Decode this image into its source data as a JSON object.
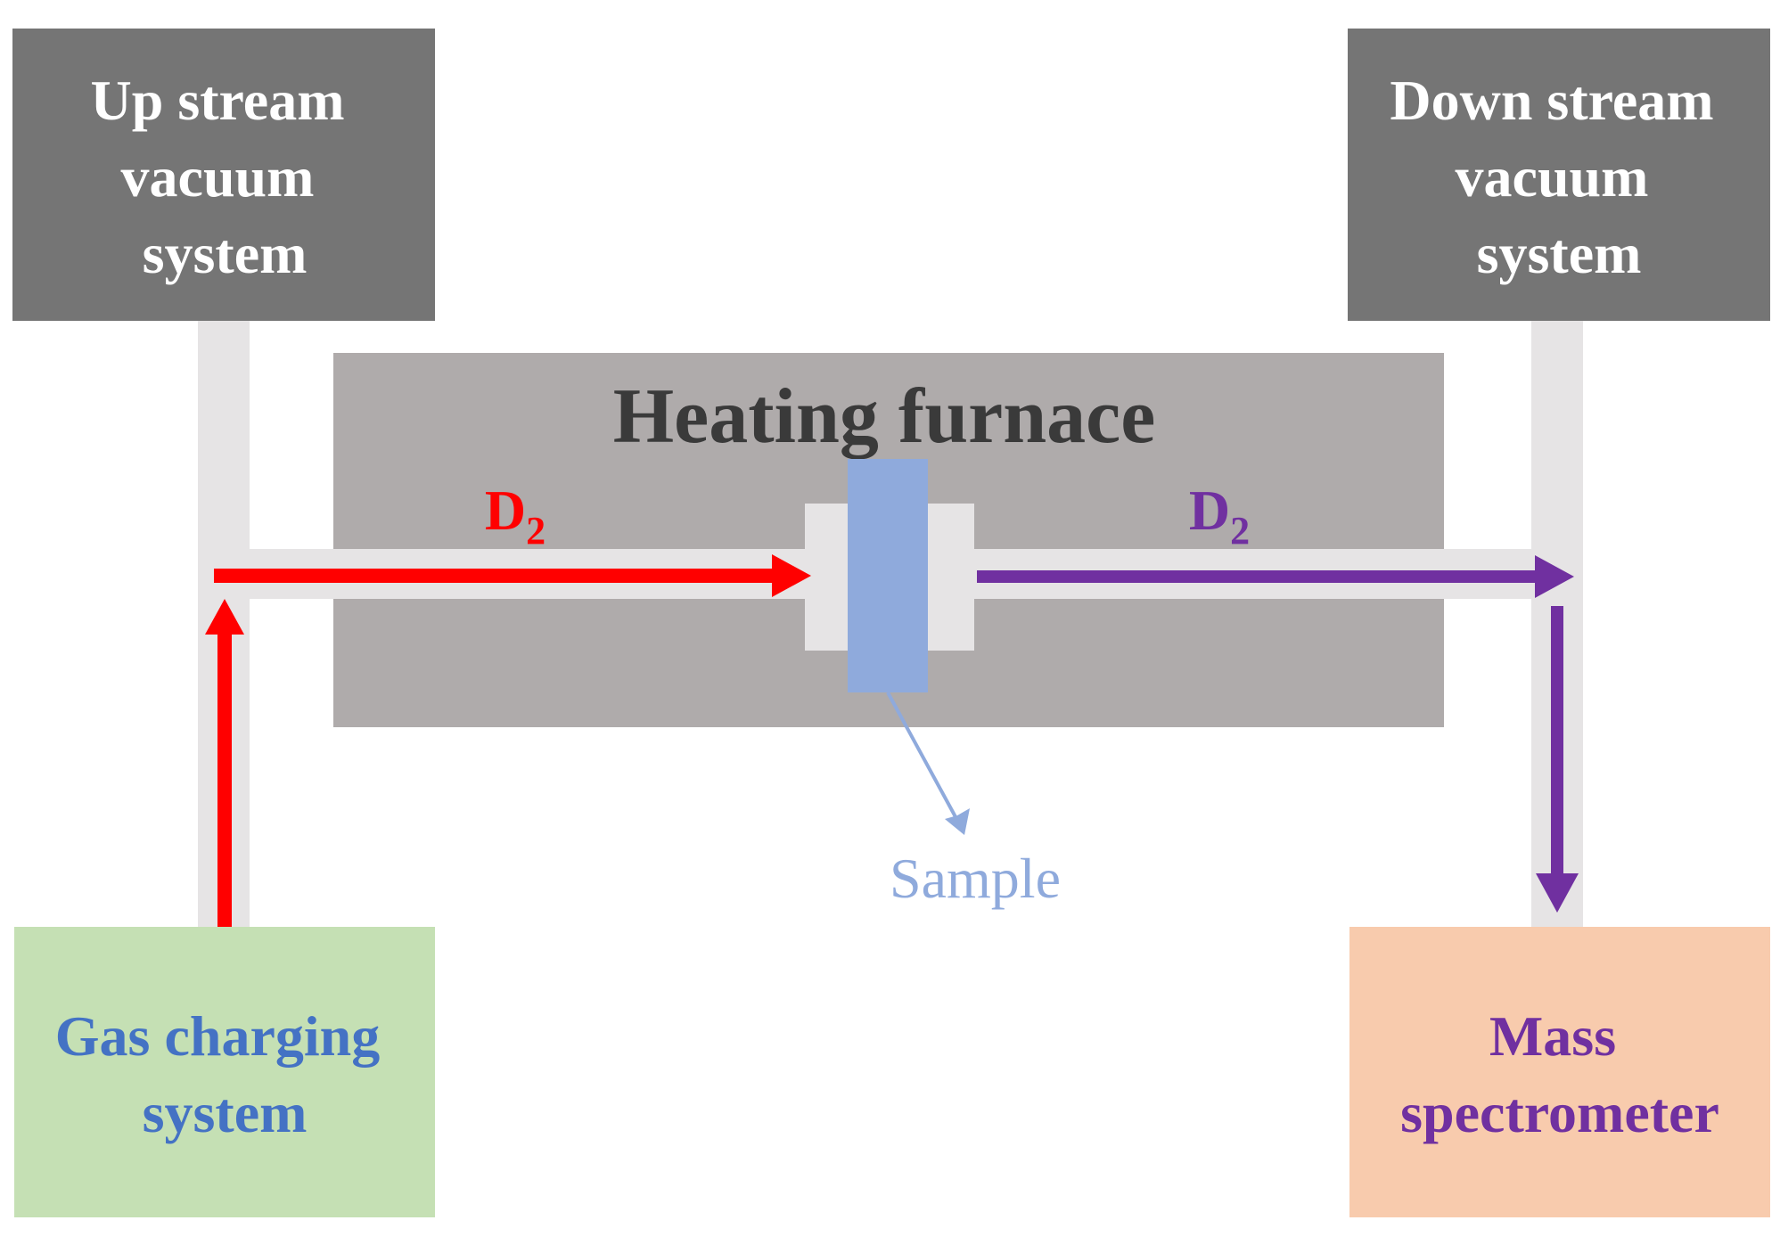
{
  "upstream_box": {
    "lines": [
      "Up stream",
      "vacuum",
      "system"
    ]
  },
  "downstream_box": {
    "lines": [
      "Down stream",
      "vacuum",
      "system"
    ]
  },
  "furnace": {
    "label": "Heating furnace"
  },
  "flow_in": {
    "species": "D",
    "subscript": "2"
  },
  "flow_out": {
    "species": "D",
    "subscript": "2"
  },
  "sample": {
    "label": "Sample"
  },
  "gas_box": {
    "lines": [
      "Gas charging",
      "system"
    ]
  },
  "mass_box": {
    "lines": [
      "Mass",
      "spectrometer"
    ]
  },
  "colors": {
    "vacuum_box": "#757575",
    "furnace": "#afabab",
    "pipe": "#e6e4e5",
    "inflow_arrow": "#ff0000",
    "outflow_arrow": "#7030a0",
    "sample": "#8faadc",
    "gas_box": "#c5e0b4",
    "gas_text": "#4472c4",
    "mass_box": "#f8cbad",
    "mass_text": "#7030a0",
    "furnace_text": "#3a3a3a"
  }
}
